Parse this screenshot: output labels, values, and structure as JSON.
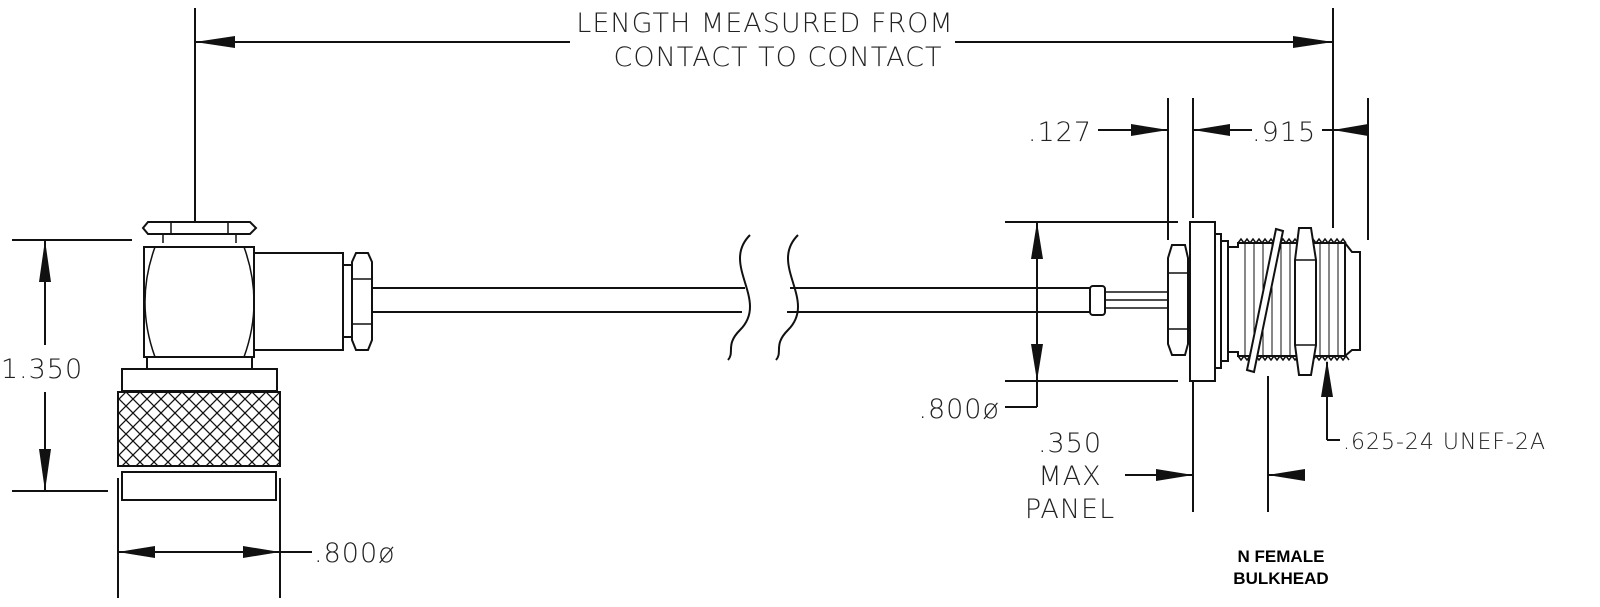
{
  "title_lines": [
    "LENGTH MEASURED FROM",
    "CONTACT TO CONTACT"
  ],
  "dimensions": {
    "left_height": "1.350",
    "left_diameter": ".800ø",
    "right_diameter": ".800ø",
    "flange_thickness": ".127",
    "front_length": ".915",
    "panel": [
      ".350",
      "MAX",
      "PANEL"
    ],
    "thread": ".625-24 UNEF-2A"
  },
  "caption": [
    "N FEMALE",
    "BULKHEAD"
  ]
}
